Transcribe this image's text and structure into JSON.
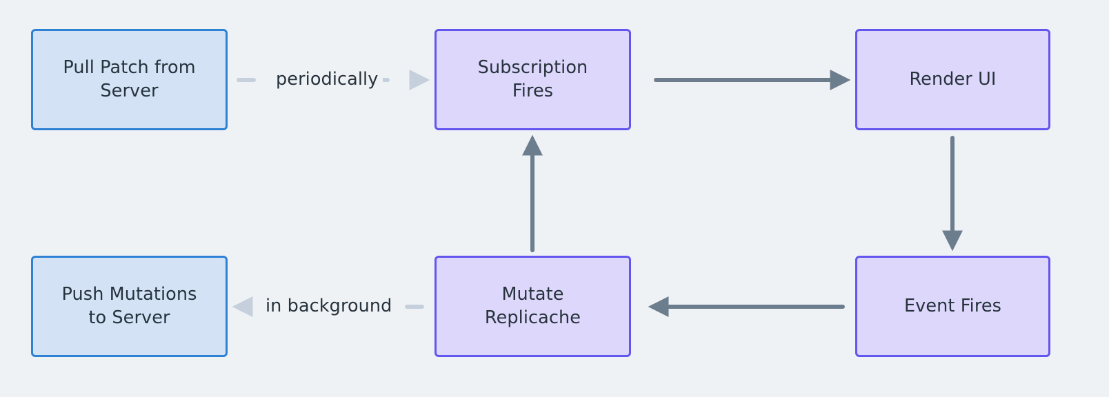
{
  "diagram": {
    "type": "flowchart",
    "background_color": "#eff2f5",
    "text_color": "#26323c",
    "palette": {
      "blue_fill": "#d3e3f5",
      "blue_stroke": "#2f81d4",
      "purple_fill": "#ddd7fb",
      "purple_stroke": "#6355ef",
      "solid_edge": "#6c7d8e",
      "dashed_edge": "#c5d0dc"
    },
    "nodes": [
      {
        "id": "pull",
        "label": "Pull Patch from\nServer",
        "style": "blue"
      },
      {
        "id": "sub",
        "label": "Subscription\nFires",
        "style": "purple"
      },
      {
        "id": "render",
        "label": "Render UI",
        "style": "purple"
      },
      {
        "id": "push",
        "label": "Push Mutations\nto Server",
        "style": "blue"
      },
      {
        "id": "mutate",
        "label": "Mutate\nReplicache",
        "style": "purple"
      },
      {
        "id": "event",
        "label": "Event Fires",
        "style": "purple"
      }
    ],
    "edges": [
      {
        "id": "pull-to-sub",
        "from": "pull",
        "to": "sub",
        "label": "periodically",
        "style": "dashed",
        "direction": "right"
      },
      {
        "id": "sub-to-render",
        "from": "sub",
        "to": "render",
        "label": "",
        "style": "solid",
        "direction": "right"
      },
      {
        "id": "render-to-event",
        "from": "render",
        "to": "event",
        "label": "",
        "style": "solid",
        "direction": "down"
      },
      {
        "id": "event-to-mutate",
        "from": "event",
        "to": "mutate",
        "label": "",
        "style": "solid",
        "direction": "left"
      },
      {
        "id": "mutate-to-push",
        "from": "mutate",
        "to": "push",
        "label": "in background",
        "style": "dashed",
        "direction": "left"
      },
      {
        "id": "mutate-to-sub",
        "from": "mutate",
        "to": "sub",
        "label": "",
        "style": "solid",
        "direction": "up"
      }
    ]
  }
}
